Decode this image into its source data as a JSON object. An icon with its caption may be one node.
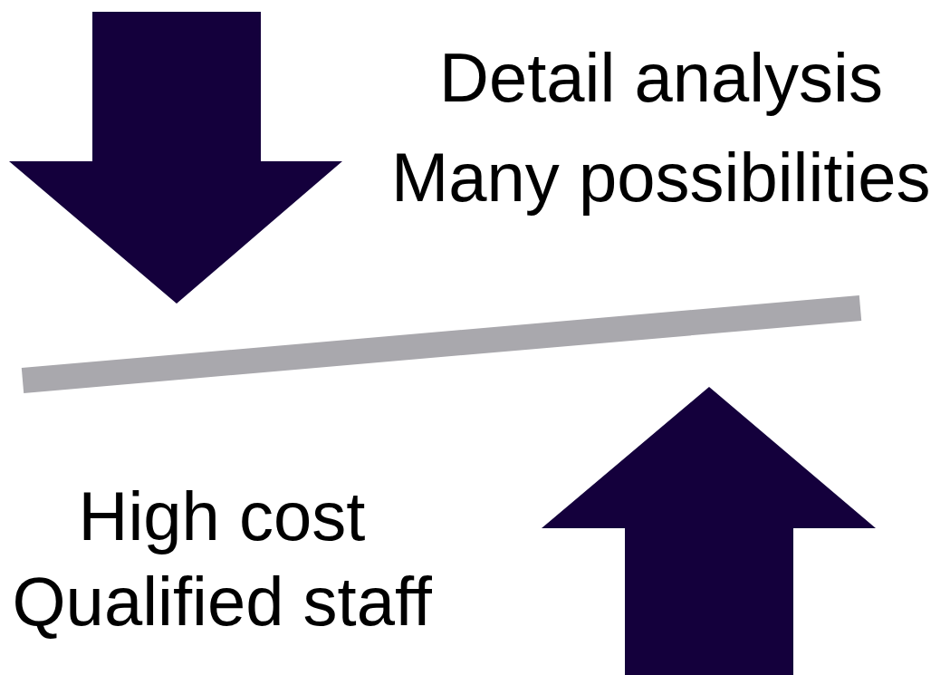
{
  "diagram": {
    "labels": [
      "Detail analysis",
      "Many possibilities",
      "High cost",
      "Qualified staff"
    ]
  }
}
